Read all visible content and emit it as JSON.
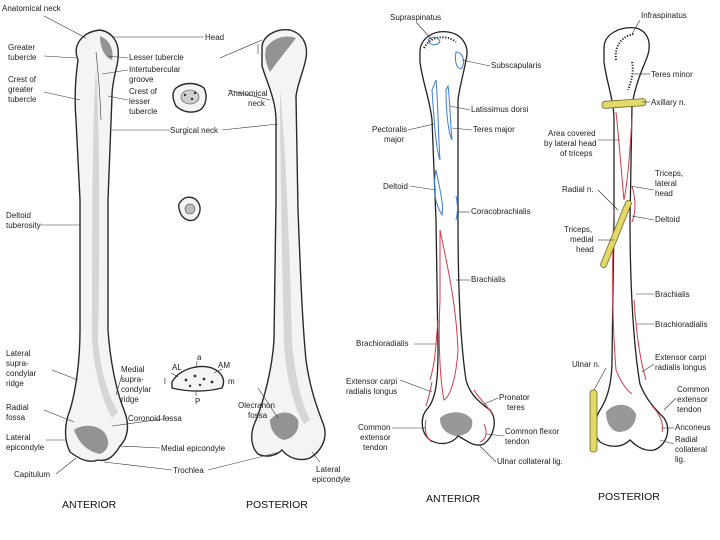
{
  "colors": {
    "muscle_origin": "#d23c4c",
    "muscle_insertion": "#3a7fd0",
    "nerve": "#e3d96a",
    "bone_outline": "#2a2a2a"
  },
  "left_panel": {
    "labels": {
      "anatomical_neck": "Anatomical neck",
      "head": "Head",
      "greater_tubercle": [
        "Greater",
        "tubercle"
      ],
      "lesser_tubercle": "Lesser tubercle",
      "intertubercular_groove": [
        "Intertubercular",
        "groove"
      ],
      "crest_greater_tubercle": [
        "Crest of",
        "greater",
        "tubercle"
      ],
      "crest_lesser_tubercle": [
        "Crest of",
        "lesser",
        "tubercle"
      ],
      "anatomical_neck_right": [
        "Anatomical",
        "neck"
      ],
      "surgical_neck": "Surgical neck",
      "deltoid_tuberosity": [
        "Deltoid",
        "tuberosity"
      ],
      "lateral_supracondylar_ridge": [
        "Lateral",
        "supra-",
        "condylar",
        "ridge"
      ],
      "medial_supracondylar_ridge": [
        "Medial",
        "supra-",
        "condylar",
        "ridge"
      ],
      "radial_fossa": [
        "Radial",
        "fossa"
      ],
      "coronoid_fossa": "Coronoid fossa",
      "olecranon_fossa": [
        "Olecranon",
        "fossa"
      ],
      "lateral_epicondyle": [
        "Lateral",
        "epicondyle"
      ],
      "medial_epicondyle": "Medial epicondyle",
      "capitulum": "Capitulum",
      "trochlea": "Trochlea",
      "lateral_epicondyle_right": [
        "Lateral",
        "epicondyle"
      ],
      "cross_section_letters": [
        "a",
        "AL",
        "AM",
        "l",
        "m",
        "P"
      ],
      "anterior": "ANTERIOR",
      "posterior": "POSTERIOR"
    }
  },
  "right_panel": {
    "labels": {
      "supraspinatus": "Supraspinatus",
      "subscapularis": "Subscapularis",
      "latissimus_dorsi": "Latissimus dorsi",
      "pectoralis_major": [
        "Pectoralis",
        "major"
      ],
      "teres_major": "Teres major",
      "deltoid": "Deltoid",
      "coracobrachialis": "Coracobrachialis",
      "brachialis": "Brachialis",
      "brachioradialis": "Brachioradialis",
      "extensor_carpi_radialis_longus": [
        "Extensor carpi",
        "radialis longus"
      ],
      "pronator_teres": [
        "Pronator",
        "teres"
      ],
      "common_extensor_tendon": [
        "Common",
        "extensor",
        "tendon"
      ],
      "common_flexor_tendon": [
        "Common flexor",
        "tendon"
      ],
      "ulnar_collateral_lig": "Ulnar collateral lig.",
      "anterior": "ANTERIOR",
      "infraspinatus": "Infraspinatus",
      "teres_minor": "Teres minor",
      "axillary_n": "Axillary n.",
      "area_covered": [
        "Area covered",
        "by lateral head",
        "of triceps"
      ],
      "triceps_lateral_head": [
        "Triceps,",
        "lateral",
        "head"
      ],
      "radial_n": "Radial n.",
      "deltoid_post": "Deltoid",
      "triceps_medial_head": [
        "Triceps,",
        "medial",
        "head"
      ],
      "brachialis_post": "Brachialis",
      "brachioradialis_post": "Brachioradialis",
      "extensor_carpi_post": [
        "Extensor carpi",
        "radialis longus"
      ],
      "ulnar_n": "Ulnar n.",
      "common_extensor_post": [
        "Common",
        "extensor",
        "tendon"
      ],
      "anconeus": "Anconeus",
      "radial_collateral_lig": [
        "Radial",
        "collateral",
        "lig."
      ],
      "posterior": "POSTERIOR"
    }
  }
}
